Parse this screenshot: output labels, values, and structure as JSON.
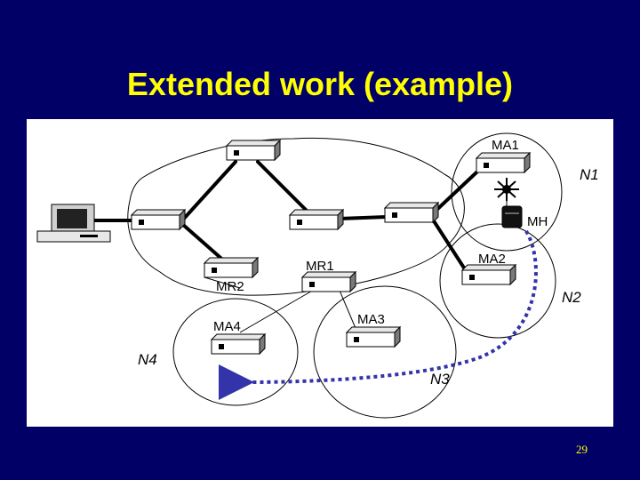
{
  "slide": {
    "title": "Extended work (example)",
    "page_number": "29"
  },
  "diagram": {
    "node_labels": {
      "ma1": "MA1",
      "ma2": "MA2",
      "ma3": "MA3",
      "ma4": "MA4",
      "mr1": "MR1",
      "mr2": "MR2",
      "mh": "MH"
    },
    "network_labels": {
      "n1": "N1",
      "n2": "N2",
      "n3": "N3",
      "n4": "N4"
    },
    "colors": {
      "background": "#000066",
      "title": "#ffff00",
      "movement_arrow": "#3333aa"
    }
  }
}
